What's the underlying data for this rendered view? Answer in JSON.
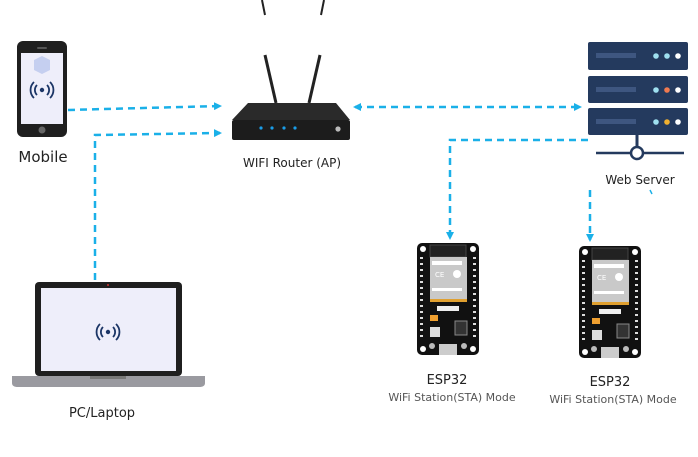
{
  "colors": {
    "link": "#1ab0e8",
    "device": "#1f1f1f",
    "screen": "#eeeefa",
    "wifi_icon": "#1b3566"
  },
  "nodes": {
    "mobile": {
      "label": "Mobile",
      "icon": "smartphone-icon"
    },
    "router": {
      "label": "WIFI Router (AP)",
      "icon": "router-icon"
    },
    "server": {
      "label": "Web Server",
      "icon": "server-icon"
    },
    "laptop": {
      "label": "PC/Laptop",
      "icon": "laptop-icon"
    },
    "esp1": {
      "label": "ESP32",
      "sublabel": "WiFi Station(STA) Mode",
      "icon": "esp32-board-icon"
    },
    "esp2": {
      "label": "ESP32",
      "sublabel": "WiFi Station(STA) Mode",
      "icon": "esp32-board-icon"
    }
  },
  "links": [
    {
      "from": "mobile",
      "to": "router",
      "style": "dashed",
      "direction": "to"
    },
    {
      "from": "laptop",
      "to": "router",
      "style": "dashed",
      "direction": "to"
    },
    {
      "from": "router",
      "to": "server",
      "style": "dashed",
      "direction": "both"
    },
    {
      "from": "server",
      "to": "esp1",
      "style": "dashed",
      "direction": "to"
    },
    {
      "from": "server",
      "to": "esp2",
      "style": "dashed",
      "direction": "to"
    }
  ]
}
